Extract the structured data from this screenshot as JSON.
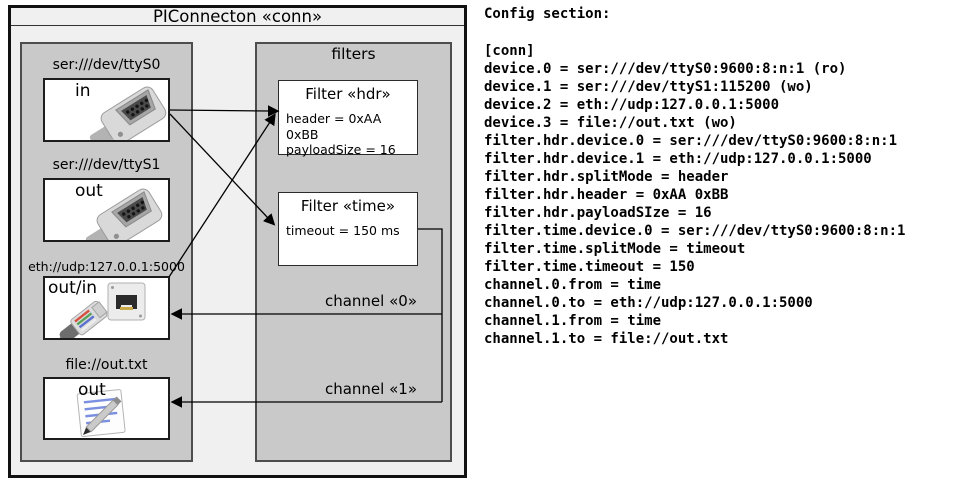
{
  "diagram": {
    "title": "PIConnecton «conn»",
    "devices": [
      {
        "label": "ser:///dev/ttyS0",
        "port": "in",
        "icon": "serial-connector"
      },
      {
        "label": "ser:///dev/ttyS1",
        "port": "out",
        "icon": "serial-connector"
      },
      {
        "label": "eth://udp:127.0.0.1:5000",
        "port": "out/in",
        "icon": "ethernet-connector"
      },
      {
        "label": "file://out.txt",
        "port": "out",
        "icon": "note-pencil"
      }
    ],
    "filters": {
      "title": "filters",
      "items": [
        {
          "title": "Filter «hdr»",
          "props": [
            "header = 0xAA 0xBB",
            "payloadSize = 16"
          ]
        },
        {
          "title": "Filter «time»",
          "props": [
            "timeout = 150 ms"
          ]
        }
      ]
    },
    "channels": [
      {
        "label": "channel «0»"
      },
      {
        "label": "channel «1»"
      }
    ],
    "colors": {
      "outer_fill": "#f0f0f0",
      "group_fill": "#c9c9c9",
      "box_fill": "#ffffff",
      "line": "#000000"
    }
  },
  "config": {
    "heading": "Config section:",
    "lines": [
      "[conn]",
      "device.0 = ser:///dev/ttyS0:9600:8:n:1 (ro)",
      "device.1 = ser:///dev/ttyS1:115200 (wo)",
      "device.2 = eth://udp:127.0.0.1:5000",
      "device.3 = file://out.txt (wo)",
      "filter.hdr.device.0 = ser:///dev/ttyS0:9600:8:n:1",
      "filter.hdr.device.1 = eth://udp:127.0.0.1:5000",
      "filter.hdr.splitMode = header",
      "filter.hdr.header = 0xAA 0xBB",
      "filter.hdr.payloadSIze = 16",
      "filter.time.device.0 = ser:///dev/ttyS0:9600:8:n:1",
      "filter.time.splitMode = timeout",
      "filter.time.timeout = 150",
      "channel.0.from = time",
      "channel.0.to = eth://udp:127.0.0.1:5000",
      "channel.1.from = time",
      "channel.1.to = file://out.txt"
    ]
  }
}
